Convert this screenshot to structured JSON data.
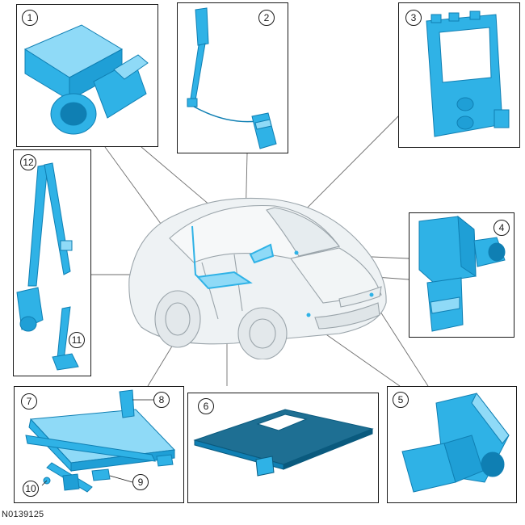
{
  "figure_id": "N0139125",
  "colors": {
    "part": "#2fb2e6",
    "part_dark": "#0f7fb3",
    "part_light": "#8fdaf7",
    "border": "#1a1a1a",
    "car_line": "#9aa4aa"
  },
  "callouts": {
    "c1": "1",
    "c2": "2",
    "c3": "3",
    "c4": "4",
    "c5": "5",
    "c6": "6",
    "c7": "7",
    "c8": "8",
    "c9": "9",
    "c10": "10",
    "c11": "11",
    "c12": "12"
  }
}
